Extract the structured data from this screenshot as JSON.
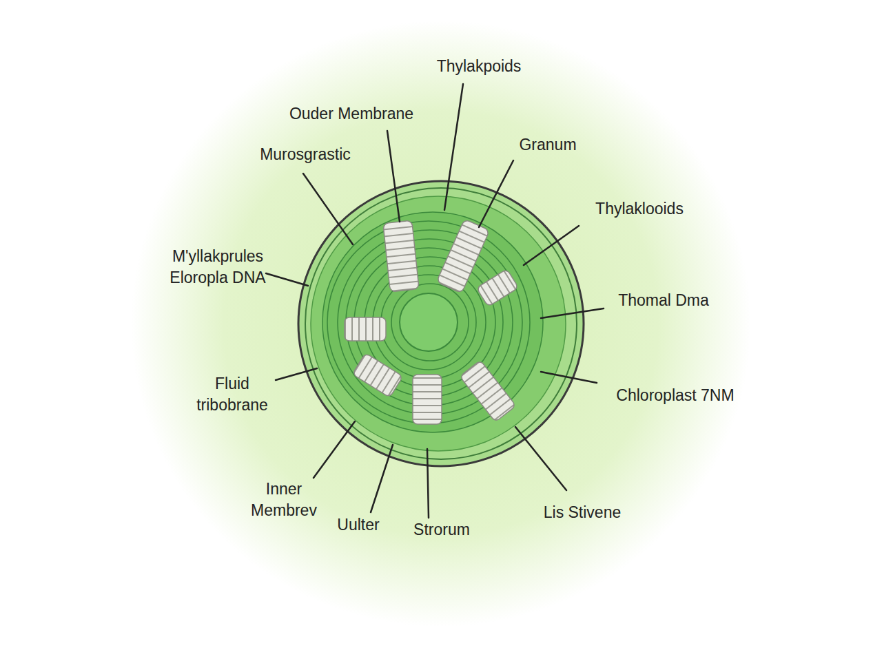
{
  "diagram": {
    "labels": [
      "Thylakpoids",
      "Ouder Membrane",
      "Granum",
      "Murosgrastic",
      "Thylaklooids",
      "M'yllakprules Eloropla DNA",
      "Thomal Dma",
      "Fluid tribobrane",
      "Chloroplast 7NM",
      "Inner Membrev",
      "Uulter",
      "Strorum",
      "Lis Stivene"
    ]
  }
}
